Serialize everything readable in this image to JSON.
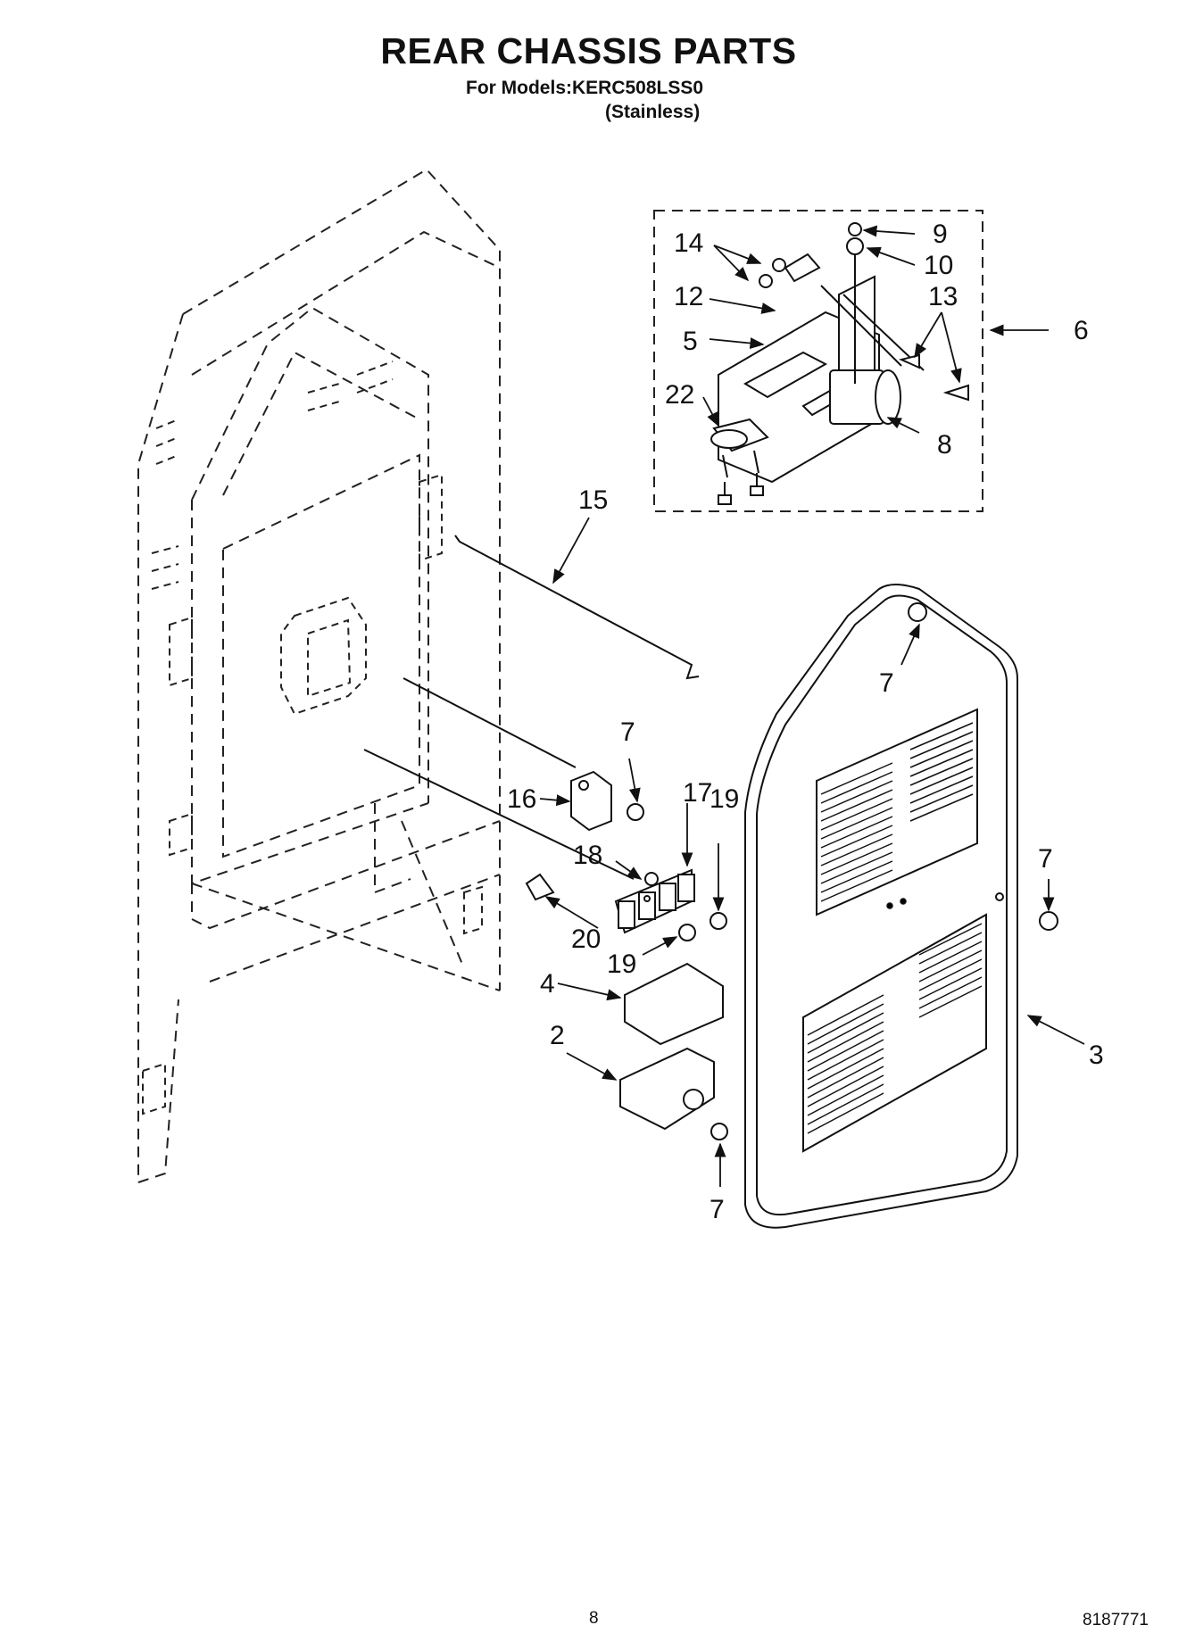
{
  "header": {
    "title": "REAR CHASSIS PARTS",
    "models_line": "For Models:KERC508LSS0",
    "finish_line": "(Stainless)"
  },
  "diagram": {
    "callouts": {
      "c14": "14",
      "c9": "9",
      "c10": "10",
      "c12": "12",
      "c13": "13",
      "c5": "5",
      "c6": "6",
      "c22": "22",
      "c8": "8",
      "c15": "15",
      "c7a": "7",
      "c7b": "7",
      "c7c": "7",
      "c7d": "7",
      "c16": "16",
      "c17": "17",
      "c19a": "19",
      "c18": "18",
      "c20": "20",
      "c19b": "19",
      "c4": "4",
      "c2": "2",
      "c3": "3"
    }
  },
  "footer": {
    "page_number": "8",
    "doc_number": "8187771"
  }
}
